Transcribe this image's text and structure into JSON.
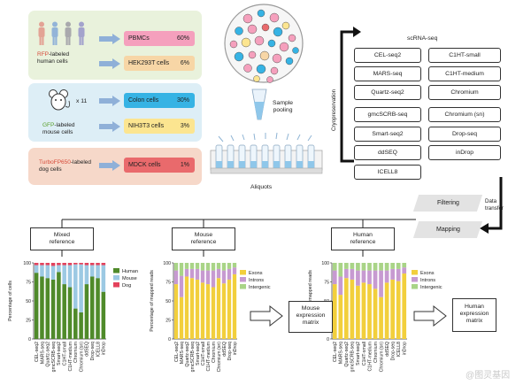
{
  "species": {
    "human": {
      "prefix": "RFP",
      "rest_line1": "-labeled",
      "line2": "human cells",
      "color": "#d64b3a"
    },
    "mouse": {
      "count": "x 11",
      "prefix": "GFP",
      "rest_line1": "-labeled",
      "line2": "mouse cells",
      "color": "#5aa02c"
    },
    "dog": {
      "prefix": "TurboFP650",
      "rest_line1": "-labeled",
      "line2": "dog cells",
      "color": "#d64b3a"
    }
  },
  "cell_lines": [
    {
      "name": "PBMCs",
      "pct": "60%",
      "color": "#f5a0bd"
    },
    {
      "name": "HEK293T cells",
      "pct": "6%",
      "color": "#f7d6a6"
    },
    {
      "name": "Colon cells",
      "pct": "30%",
      "color": "#36b3e4"
    },
    {
      "name": "NIH3T3 cells",
      "pct": "3%",
      "color": "#fce590"
    },
    {
      "name": "MDCK cells",
      "pct": "1%",
      "color": "#e96a6c"
    }
  ],
  "workflow": {
    "sample_pooling": "Sample\npooling",
    "aliquots": "Aliquots",
    "cryopreservation": "Cryopreservation",
    "scrna_seq": "scRNA-seq",
    "data_transfer": "Data\ntransfer",
    "filtering": "Filtering",
    "mapping": "Mapping"
  },
  "methods_left": [
    "CEL-seq2",
    "MARS-seq",
    "Quartz-seq2",
    "gmcSCRB-seq",
    "Smart-seq2",
    "ddSEQ",
    "ICELL8"
  ],
  "methods_right": [
    "C1HT-small",
    "C1HT-medium",
    "Chromium",
    "Chromium (sn)",
    "Drop-seq",
    "inDrop"
  ],
  "references": {
    "mixed": "Mixed\nreference",
    "mouse": "Mouse\nreference",
    "human": "Human\nreference"
  },
  "matrices": {
    "mouse": "Mouse\nexpression\nmatrix",
    "human": "Human\nexpression\nmatrix"
  },
  "watermark": "@图灵基因",
  "chart_data": [
    {
      "type": "bar",
      "stacked": true,
      "ylabel": "Percentage of cells",
      "ylim": [
        0,
        100
      ],
      "yticks": [
        0,
        25,
        50,
        75,
        100
      ],
      "categories": [
        "CEL-seq2",
        "MARS-seq",
        "Quartz-seq2",
        "gmcSCRB-seq",
        "Smart-seq2",
        "C1HT-small",
        "C1HT-medium",
        "Chromium",
        "Chromium (sn)",
        "ddSEQ",
        "Drop-seq",
        "ICELL8",
        "inDrop"
      ],
      "series": [
        {
          "name": "Human",
          "color": "#4f8a2a",
          "values": [
            87,
            82,
            80,
            78,
            88,
            72,
            68,
            40,
            35,
            72,
            82,
            80,
            62
          ]
        },
        {
          "name": "Mouse",
          "color": "#9cc9e3",
          "values": [
            10,
            15,
            17,
            18,
            9,
            25,
            29,
            58,
            63,
            25,
            15,
            17,
            35
          ]
        },
        {
          "name": "Dog",
          "color": "#e3425c",
          "values": [
            3,
            3,
            3,
            4,
            3,
            3,
            3,
            2,
            2,
            3,
            3,
            3,
            3
          ]
        }
      ]
    },
    {
      "type": "bar",
      "stacked": true,
      "ylabel": "Percentage of mapped reads",
      "ylim": [
        0,
        100
      ],
      "yticks": [
        0,
        25,
        50,
        75,
        100
      ],
      "categories": [
        "CEL-seq2",
        "MARS-seq",
        "Quartz-seq2",
        "gmcSCRB-seq",
        "Smart-seq2",
        "C1HT-small",
        "C1HT-medium",
        "Chromium",
        "Chromium (sn)",
        "ddSEQ",
        "Drop-seq",
        "inDrop"
      ],
      "series": [
        {
          "name": "Exons",
          "color": "#f2cf3c",
          "values": [
            72,
            55,
            82,
            80,
            78,
            74,
            72,
            68,
            80,
            73,
            78,
            85
          ]
        },
        {
          "name": "Introns",
          "color": "#c79ad1",
          "values": [
            18,
            28,
            10,
            12,
            14,
            16,
            18,
            22,
            12,
            17,
            14,
            9
          ]
        },
        {
          "name": "Intergenic",
          "color": "#a9d487",
          "values": [
            10,
            17,
            8,
            8,
            8,
            10,
            10,
            10,
            8,
            10,
            8,
            6
          ]
        }
      ]
    },
    {
      "type": "bar",
      "stacked": true,
      "ylabel": "Percentage of mapped reads",
      "ylim": [
        0,
        100
      ],
      "yticks": [
        0,
        25,
        50,
        75,
        100
      ],
      "categories": [
        "CEL-seq2",
        "MARS-seq",
        "Quartz-seq2",
        "gmcSCRB-seq",
        "Smart-seq2",
        "C1HT-small",
        "C1HT-medium",
        "Chromium",
        "Chromium (sn)",
        "ddSEQ",
        "Drop-seq",
        "ICELL8",
        "inDrop"
      ],
      "series": [
        {
          "name": "Exons",
          "color": "#f2cf3c",
          "values": [
            72,
            58,
            80,
            78,
            70,
            74,
            72,
            66,
            55,
            74,
            78,
            76,
            86
          ]
        },
        {
          "name": "Introns",
          "color": "#c79ad1",
          "values": [
            18,
            24,
            12,
            14,
            20,
            16,
            18,
            24,
            35,
            16,
            14,
            16,
            8
          ]
        },
        {
          "name": "Intergenic",
          "color": "#a9d487",
          "values": [
            10,
            18,
            8,
            8,
            10,
            10,
            10,
            10,
            10,
            10,
            8,
            8,
            6
          ]
        }
      ]
    }
  ]
}
